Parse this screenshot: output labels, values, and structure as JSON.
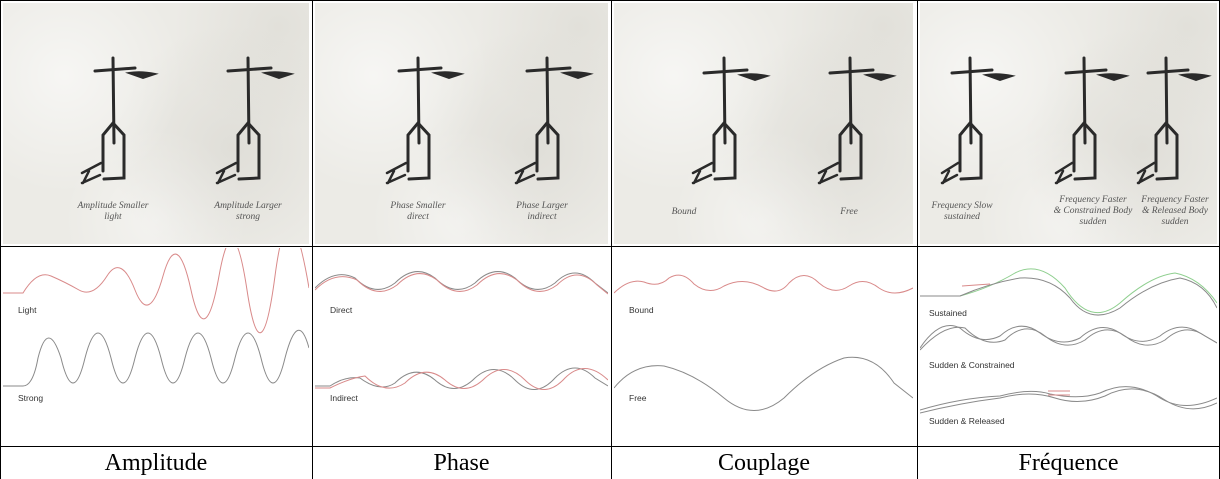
{
  "columns": [
    {
      "title": "Amplitude",
      "figures": [
        {
          "line1": "Amplitude Smaller",
          "line2": "light"
        },
        {
          "line1": "Amplitude Larger",
          "line2": "strong"
        }
      ],
      "waves": [
        {
          "label": "Light"
        },
        {
          "label": "Strong"
        }
      ]
    },
    {
      "title": "Phase",
      "figures": [
        {
          "line1": "Phase Smaller",
          "line2": "direct"
        },
        {
          "line1": "Phase Larger",
          "line2": "indirect"
        }
      ],
      "waves": [
        {
          "label": "Direct"
        },
        {
          "label": "Indirect"
        }
      ]
    },
    {
      "title": "Couplage",
      "figures": [
        {
          "line1": "Bound",
          "line2": ""
        },
        {
          "line1": "Free",
          "line2": ""
        }
      ],
      "waves": [
        {
          "label": "Bound"
        },
        {
          "label": "Free"
        }
      ]
    },
    {
      "title": "Fréquence",
      "figures": [
        {
          "line1": "Frequency Slow",
          "line2": "sustained",
          "line3": ""
        },
        {
          "line1": "Frequency Faster",
          "line2": "& Constrained Body",
          "line3": "sudden"
        },
        {
          "line1": "Frequency Faster",
          "line2": "& Released Body",
          "line3": "sudden"
        }
      ],
      "waves": [
        {
          "label": "Sustained"
        },
        {
          "label": "Sudden & Constrained"
        },
        {
          "label": "Sudden & Released"
        }
      ]
    }
  ],
  "colors": {
    "curve_gray": "#8a8a8a",
    "curve_pink": "#d98a8a",
    "curve_green": "#8fcf8f",
    "ink": "#222222",
    "grid": "#000000"
  }
}
